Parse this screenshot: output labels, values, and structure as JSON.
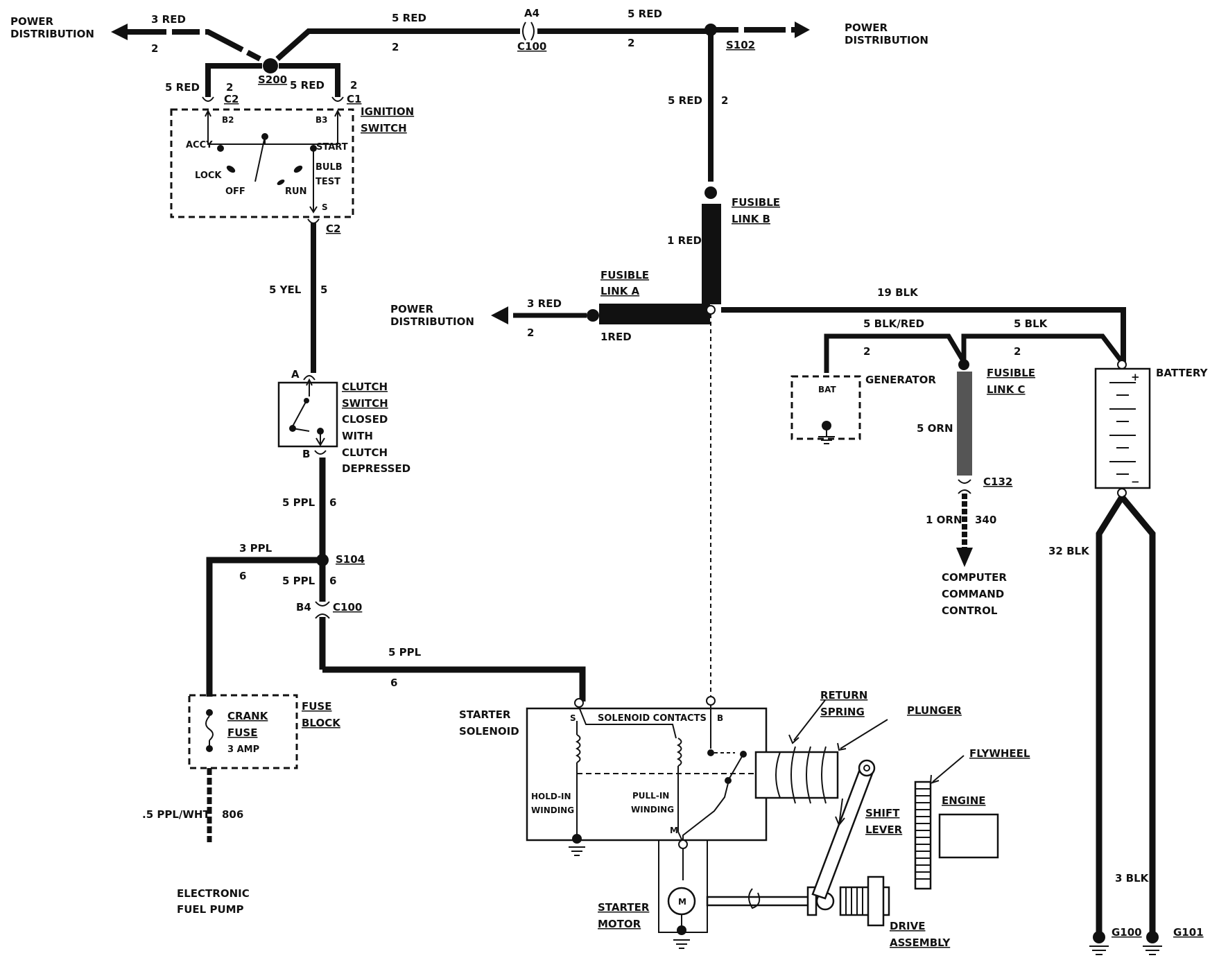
{
  "top": {
    "power_left": [
      "POWER",
      "DISTRIBUTION"
    ],
    "power_right": [
      "POWER",
      "DISTRIBUTION"
    ],
    "w_3red": "3 RED",
    "w_3red_n": "2",
    "w_5red_a": "5 RED",
    "w_5red_a_n": "2",
    "a4": "A4",
    "c100": "C100",
    "w_5red_b": "5 RED",
    "w_5red_b_n": "2",
    "s102": "S102",
    "s200": "S200"
  },
  "ignition": {
    "w_left": "5 RED",
    "w_left_n": "2",
    "c2_top": "C2",
    "w_right": "5 RED",
    "w_right_n": "2",
    "c1": "C1",
    "b2": "B2",
    "b3": "B3",
    "title": [
      "IGNITION",
      "SWITCH"
    ],
    "accy": "ACCY",
    "start": "START",
    "lock": "LOCK",
    "off": "OFF",
    "run": "RUN",
    "bulb_test": [
      "BULB",
      "TEST"
    ],
    "s": "S",
    "c2_bottom": "C2"
  },
  "clutch": {
    "w_yel": "5 YEL",
    "w_yel_n": "5",
    "a": "A",
    "b": "B",
    "title": [
      "CLUTCH",
      "SWITCH"
    ],
    "desc": [
      "CLOSED",
      "WITH",
      "CLUTCH",
      "DEPRESSED"
    ],
    "w_ppl": "5 PPL",
    "w_ppl_n": "6"
  },
  "s104": {
    "w_3ppl": "3 PPL",
    "w_3ppl_n": "6",
    "label": "S104",
    "w_5ppl": "5 PPL",
    "w_5ppl_n": "6",
    "b4": "B4",
    "c100": "C100",
    "w_5ppl_b": "5 PPL",
    "w_5ppl_b_n": "6"
  },
  "fuse": {
    "crank": [
      "CRANK",
      "FUSE"
    ],
    "amp": "3 AMP",
    "block": [
      "FUSE",
      "BLOCK"
    ],
    "w_pplwht": ".5 PPL/WHT",
    "w_pplwht_n": "806",
    "pump": [
      "ELECTRONIC",
      "FUEL PUMP"
    ]
  },
  "fusible": {
    "w_5red_v": "5 RED",
    "w_5red_v_n": "2",
    "link_b": [
      "FUSIBLE",
      "LINK B"
    ],
    "w_1red": "1 RED",
    "link_a": [
      "FUSIBLE",
      "LINK A"
    ],
    "power_mid": [
      "POWER",
      "DISTRIBUTION"
    ],
    "w_3red_mid": "3 RED",
    "w_3red_mid_n": "2",
    "w_1red_a": "1RED"
  },
  "battery_side": {
    "w_19blk": "19 BLK",
    "w_5blkred": "5 BLK/RED",
    "w_5blkred_n": "2",
    "w_5blk": "5 BLK",
    "w_5blk_n": "2",
    "bat": "BAT",
    "generator": "GENERATOR",
    "link_c": [
      "FUSIBLE",
      "LINK C"
    ],
    "w_5orn": "5 ORN",
    "c132": "C132",
    "w_1orn": "1 ORN",
    "w_1orn_n": "340",
    "ccc": [
      "COMPUTER",
      "COMMAND",
      "CONTROL"
    ],
    "battery": "BATTERY",
    "plus": "+",
    "minus": "−",
    "w_32blk": "32 BLK",
    "w_3blk": "3 BLK",
    "g100": "G100",
    "g101": "G101"
  },
  "starter": {
    "solenoid": [
      "STARTER",
      "SOLENOID"
    ],
    "contacts": "SOLENOID CONTACTS",
    "s": "S",
    "b": "B",
    "m": "M",
    "hold": [
      "HOLD-IN",
      "WINDING"
    ],
    "pull": [
      "PULL-IN",
      "WINDING"
    ],
    "return_spring": [
      "RETURN",
      "SPRING"
    ],
    "plunger": "PLUNGER",
    "flywheel": "FLYWHEEL",
    "engine": "ENGINE",
    "shift": [
      "SHIFT",
      "LEVER"
    ],
    "motor": [
      "STARTER",
      "MOTOR"
    ],
    "motor_m": "M",
    "drive": [
      "DRIVE",
      "ASSEMBLY"
    ]
  }
}
